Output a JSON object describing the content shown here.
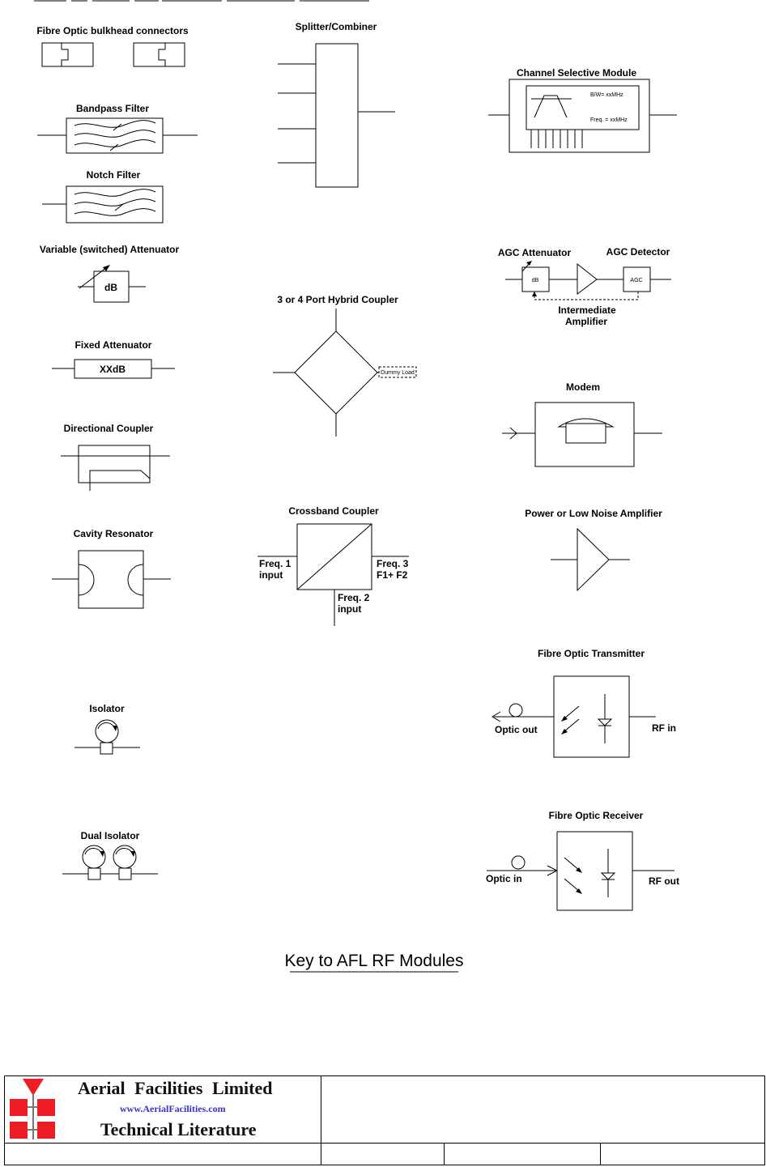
{
  "labels": {
    "bulkhead": "Fibre Optic bulkhead connectors",
    "bandpass": "Bandpass Filter",
    "notch": "Notch Filter",
    "variable_att": "Variable (switched) Attenuator",
    "variable_att_box": "dB",
    "fixed_att": "Fixed Attenuator",
    "fixed_att_box": "XXdB",
    "directional": "Directional Coupler",
    "cavity": "Cavity Resonator",
    "isolator": "Isolator",
    "dual_isolator": "Dual Isolator",
    "splitter": "Splitter/Combiner",
    "hybrid": "3 or 4 Port Hybrid Coupler",
    "dummy_load": "Dummy Load",
    "crossband": "Crossband Coupler",
    "freq1_a": "Freq. 1",
    "freq1_b": "input",
    "freq2_a": "Freq. 2",
    "freq2_b": "input",
    "freq3_a": "Freq. 3",
    "freq3_b": "F1+ F2",
    "channel_selective": "Channel Selective Module",
    "bw": "B/W= xxMHz",
    "freq": "Freq. = xxMHz",
    "agc_att": "AGC Attenuator",
    "agc_det": "AGC Detector",
    "agc_att_box": "dB",
    "agc_det_box": "AGC",
    "intermediate_a": "Intermediate",
    "intermediate_b": "Amplifier",
    "modem": "Modem",
    "power_lna": "Power or Low Noise Amplifier",
    "fo_tx": "Fibre Optic Transmitter",
    "optic_out": "Optic out",
    "rf_in": "RF in",
    "fo_rx": "Fibre Optic Receiver",
    "optic_in": "Optic in",
    "rf_out": "RF out",
    "key_title": "Key to AFL RF Modules"
  },
  "footer": {
    "company": "Aerial  Facilities  Limited",
    "website": "www.AerialFacilities.com",
    "tech_lit": "Technical Literature"
  },
  "colors": {
    "logo_red": "#ee1c24",
    "website_blue": "#3333cc"
  }
}
